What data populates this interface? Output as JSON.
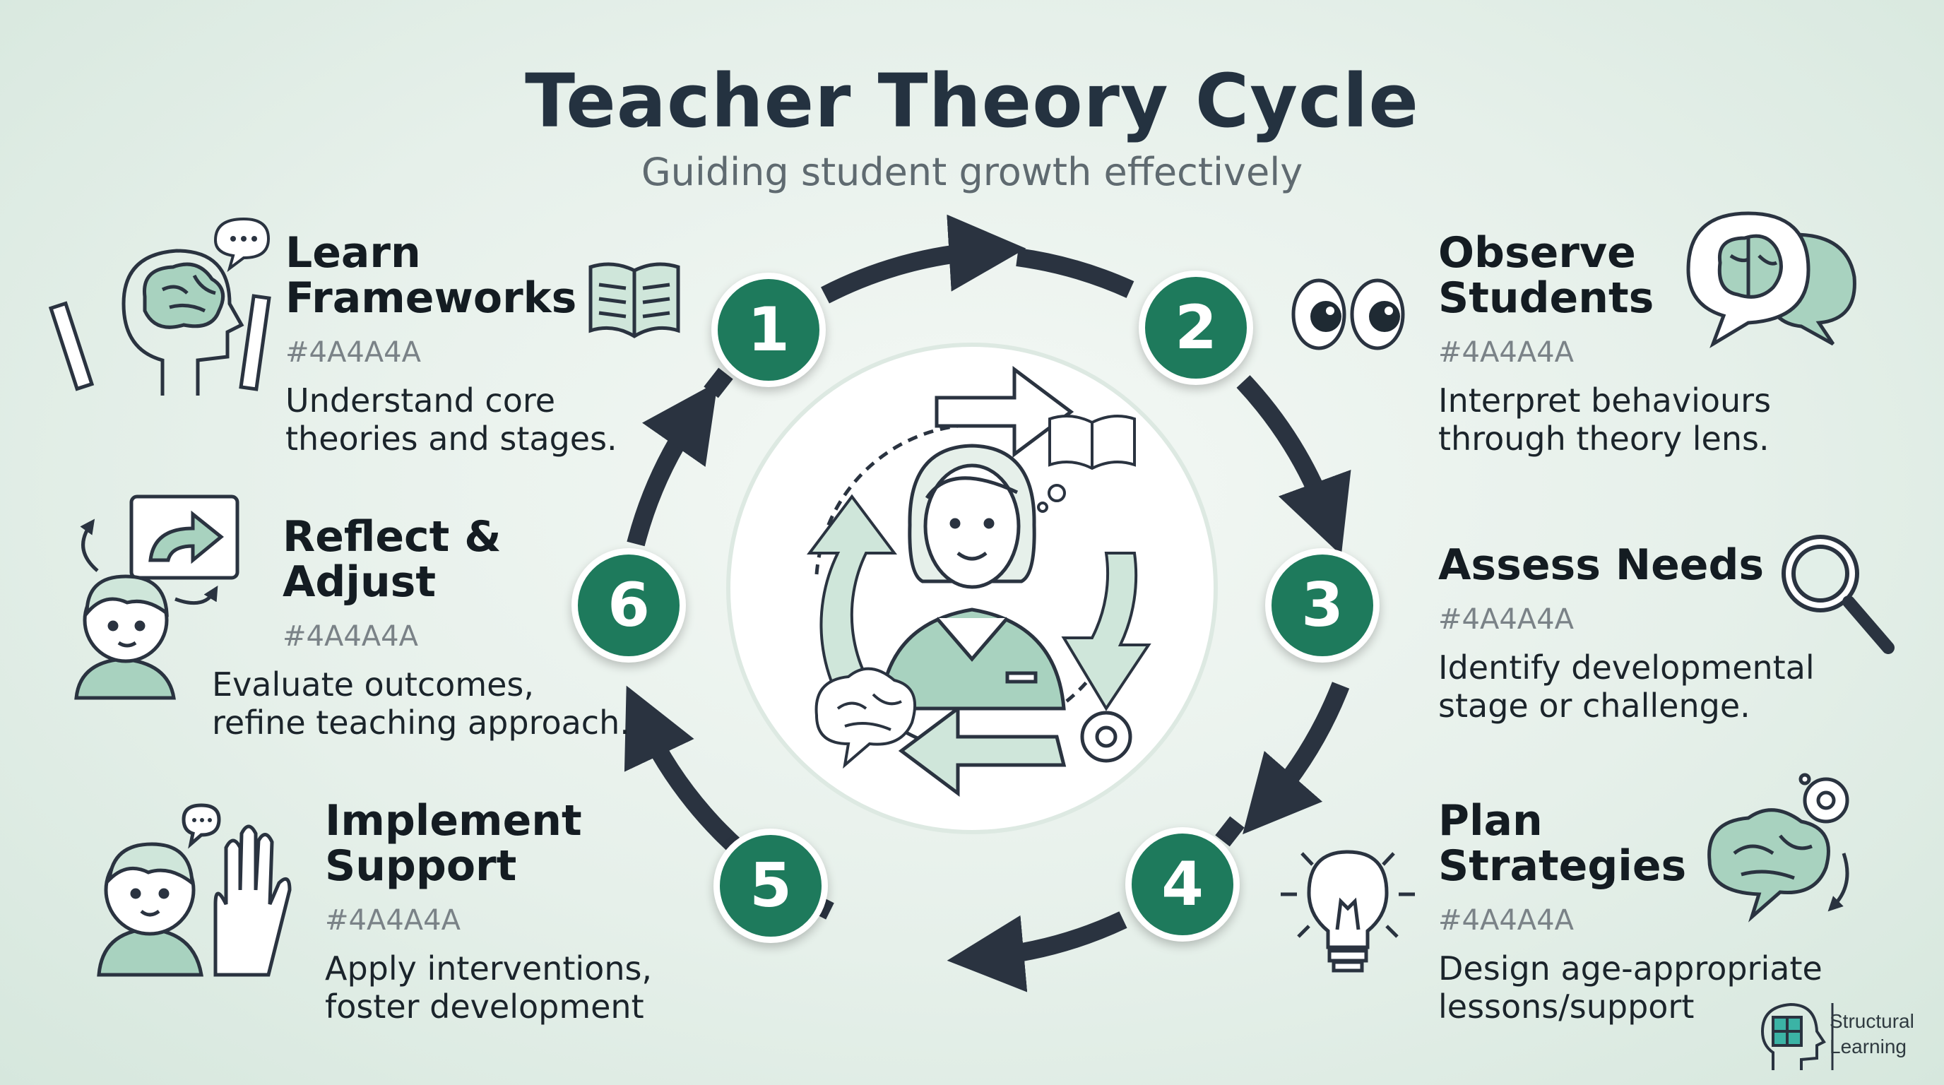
{
  "title": "Teacher Theory Cycle",
  "subtitle": "Guiding student growth effectively",
  "colors": {
    "accent": "#1E7A5C",
    "light_accent": "#8FC7AE",
    "arrow": "#2A3340",
    "text": "#141C22"
  },
  "steps": [
    {
      "number": "1",
      "title_line1": "Learn",
      "title_line2": "Frameworks",
      "color_code": "#4A4A4A",
      "desc_line1": "Understand core",
      "desc_line2": "theories and stages.",
      "icon": "open-book-icon",
      "illustration": "head-with-brain-icon"
    },
    {
      "number": "2",
      "title_line1": "Observe",
      "title_line2": "Students",
      "color_code": "#4A4A4A",
      "desc_line1": "Interpret behaviours",
      "desc_line2": "through theory lens.",
      "icon": "eyes-icon",
      "illustration": "brain-speech-bubble-icon"
    },
    {
      "number": "3",
      "title_line1": "Assess Needs",
      "title_line2": "",
      "color_code": "#4A4A4A",
      "desc_line1": "Identify developmental",
      "desc_line2": "stage or challenge.",
      "icon": "magnifier-icon"
    },
    {
      "number": "4",
      "title_line1": "Plan",
      "title_line2": "Strategies",
      "color_code": "#4A4A4A",
      "desc_line1": "Design age-appropriate",
      "desc_line2": "lessons/support",
      "icon": "lightbulb-icon",
      "illustration": "brain-gears-icon"
    },
    {
      "number": "5",
      "title_line1": "Implement",
      "title_line2": "Support",
      "color_code": "#4A4A4A",
      "desc_line1": "Apply interventions,",
      "desc_line2": "foster development",
      "icon": "child-raised-hand-icon"
    },
    {
      "number": "6",
      "title_line1": "Reflect &",
      "title_line2": "Adjust",
      "color_code": "#4A4A4A",
      "desc_line1": "Evaluate outcomes,",
      "desc_line2": "refine teaching approach.",
      "icon": "child-arrow-board-icon"
    }
  ],
  "center": {
    "icon": "teacher-cycle-icon"
  },
  "logo": {
    "line1": "Structural",
    "line2": "Learning",
    "icon": "head-puzzle-logo-icon"
  }
}
